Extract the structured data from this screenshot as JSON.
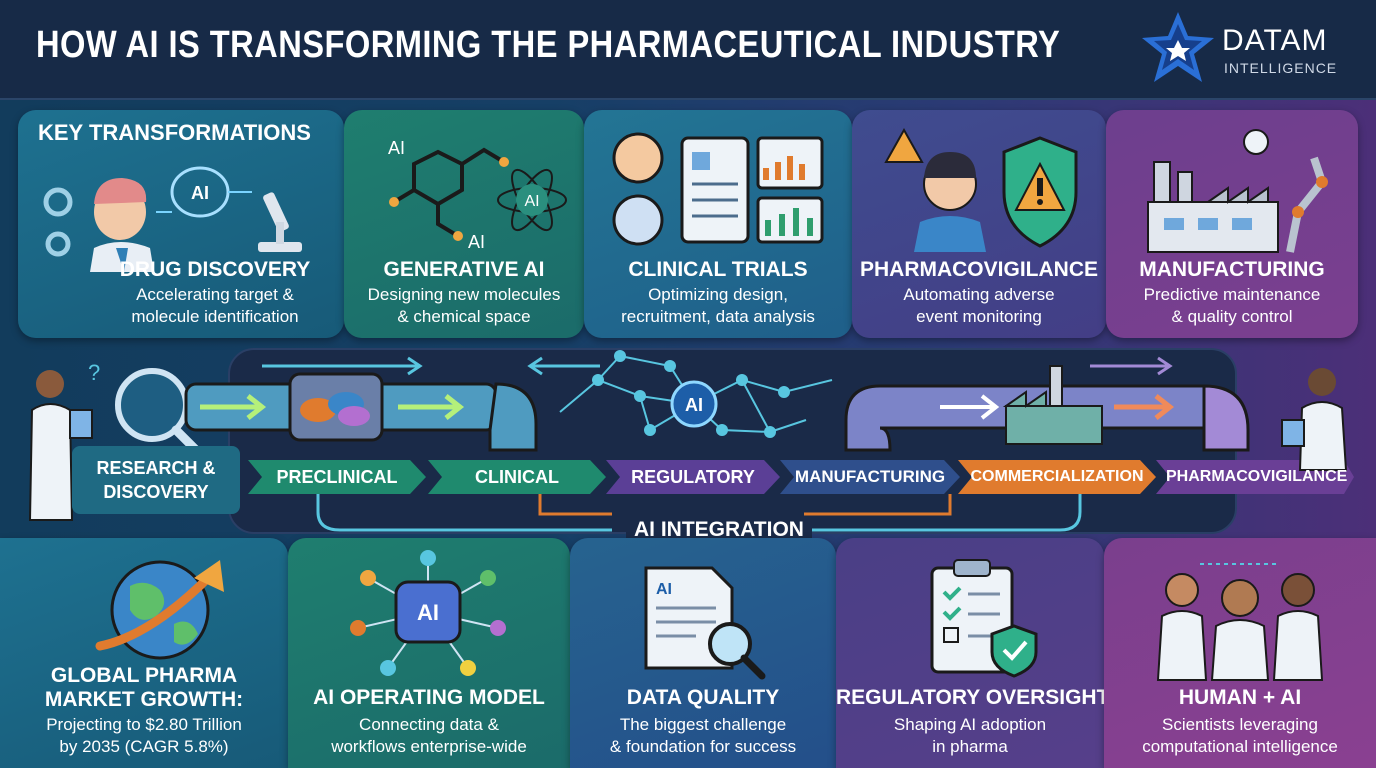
{
  "header": {
    "title": "HOW AI IS TRANSFORMING THE PHARMACEUTICAL INDUSTRY",
    "logo_main": "DATAM",
    "logo_sub": "INTELLIGENCE"
  },
  "key_transformations": {
    "heading": "KEY TRANSFORMATIONS",
    "cards": [
      {
        "title": "DRUG DISCOVERY",
        "desc1": "Accelerating target &",
        "desc2": "molecule identification",
        "icon": "scientist-brain-icon"
      },
      {
        "title": "GENERATIVE AI",
        "desc1": "Designing new molecules",
        "desc2": "& chemical space",
        "icon": "molecule-icon"
      },
      {
        "title": "CLINICAL TRIALS",
        "desc1": "Optimizing design,",
        "desc2": "recruitment, data analysis",
        "icon": "clipboard-chart-icon"
      },
      {
        "title": "PHARMACOVIGILANCE",
        "desc1": "Automating adverse",
        "desc2": "event monitoring",
        "icon": "shield-warning-icon"
      },
      {
        "title": "MANUFACTURING",
        "desc1": "Predictive maintenance",
        "desc2": "& quality control",
        "icon": "factory-robot-icon"
      }
    ]
  },
  "pipeline": {
    "start": {
      "line1": "RESEARCH &",
      "line2": "DISCOVERY"
    },
    "stages": [
      "PRECLINICAL",
      "CLINICAL",
      "REGULATORY",
      "MANUFACTURING",
      "COMMERCIALIZATION",
      "PHARMACOVIGILANCE"
    ],
    "hub_label": "AI",
    "integration_label": "AI INTEGRATION"
  },
  "bottom_cards": [
    {
      "title1": "GLOBAL PHARMA",
      "title2": "MARKET GROWTH:",
      "desc1": "Projecting to $2.80 Trillion",
      "desc2": "by 2035 (CAGR 5.8%)",
      "icon": "globe-growth-icon"
    },
    {
      "title1": "AI OPERATING MODEL",
      "desc1": "Connecting data &",
      "desc2": "workflows enterprise-wide",
      "icon": "ai-chip-network-icon",
      "chip_label": "AI"
    },
    {
      "title1": "DATA QUALITY",
      "desc1": "The biggest challenge",
      "desc2": "& foundation for success",
      "icon": "document-magnifier-icon",
      "doc_label": "AI"
    },
    {
      "title1": "REGULATORY OVERSIGHT",
      "desc1": "Shaping AI adoption",
      "desc2": "in pharma",
      "icon": "checklist-shield-icon"
    },
    {
      "title1": "HUMAN + AI",
      "desc1": "Scientists leveraging",
      "desc2": "computational intelligence",
      "icon": "scientists-team-icon"
    }
  ],
  "icon_labels": {
    "ai": "AI"
  },
  "colors": {
    "teal": "#1d6f86",
    "green": "#1f7d6c",
    "blue": "#26638f",
    "purple": "#4a3f86",
    "violet": "#7a3f8d",
    "chevron_green": "#1f8a6e",
    "chevron_purple": "#5b3f96",
    "chevron_orange": "#e07b2e"
  }
}
